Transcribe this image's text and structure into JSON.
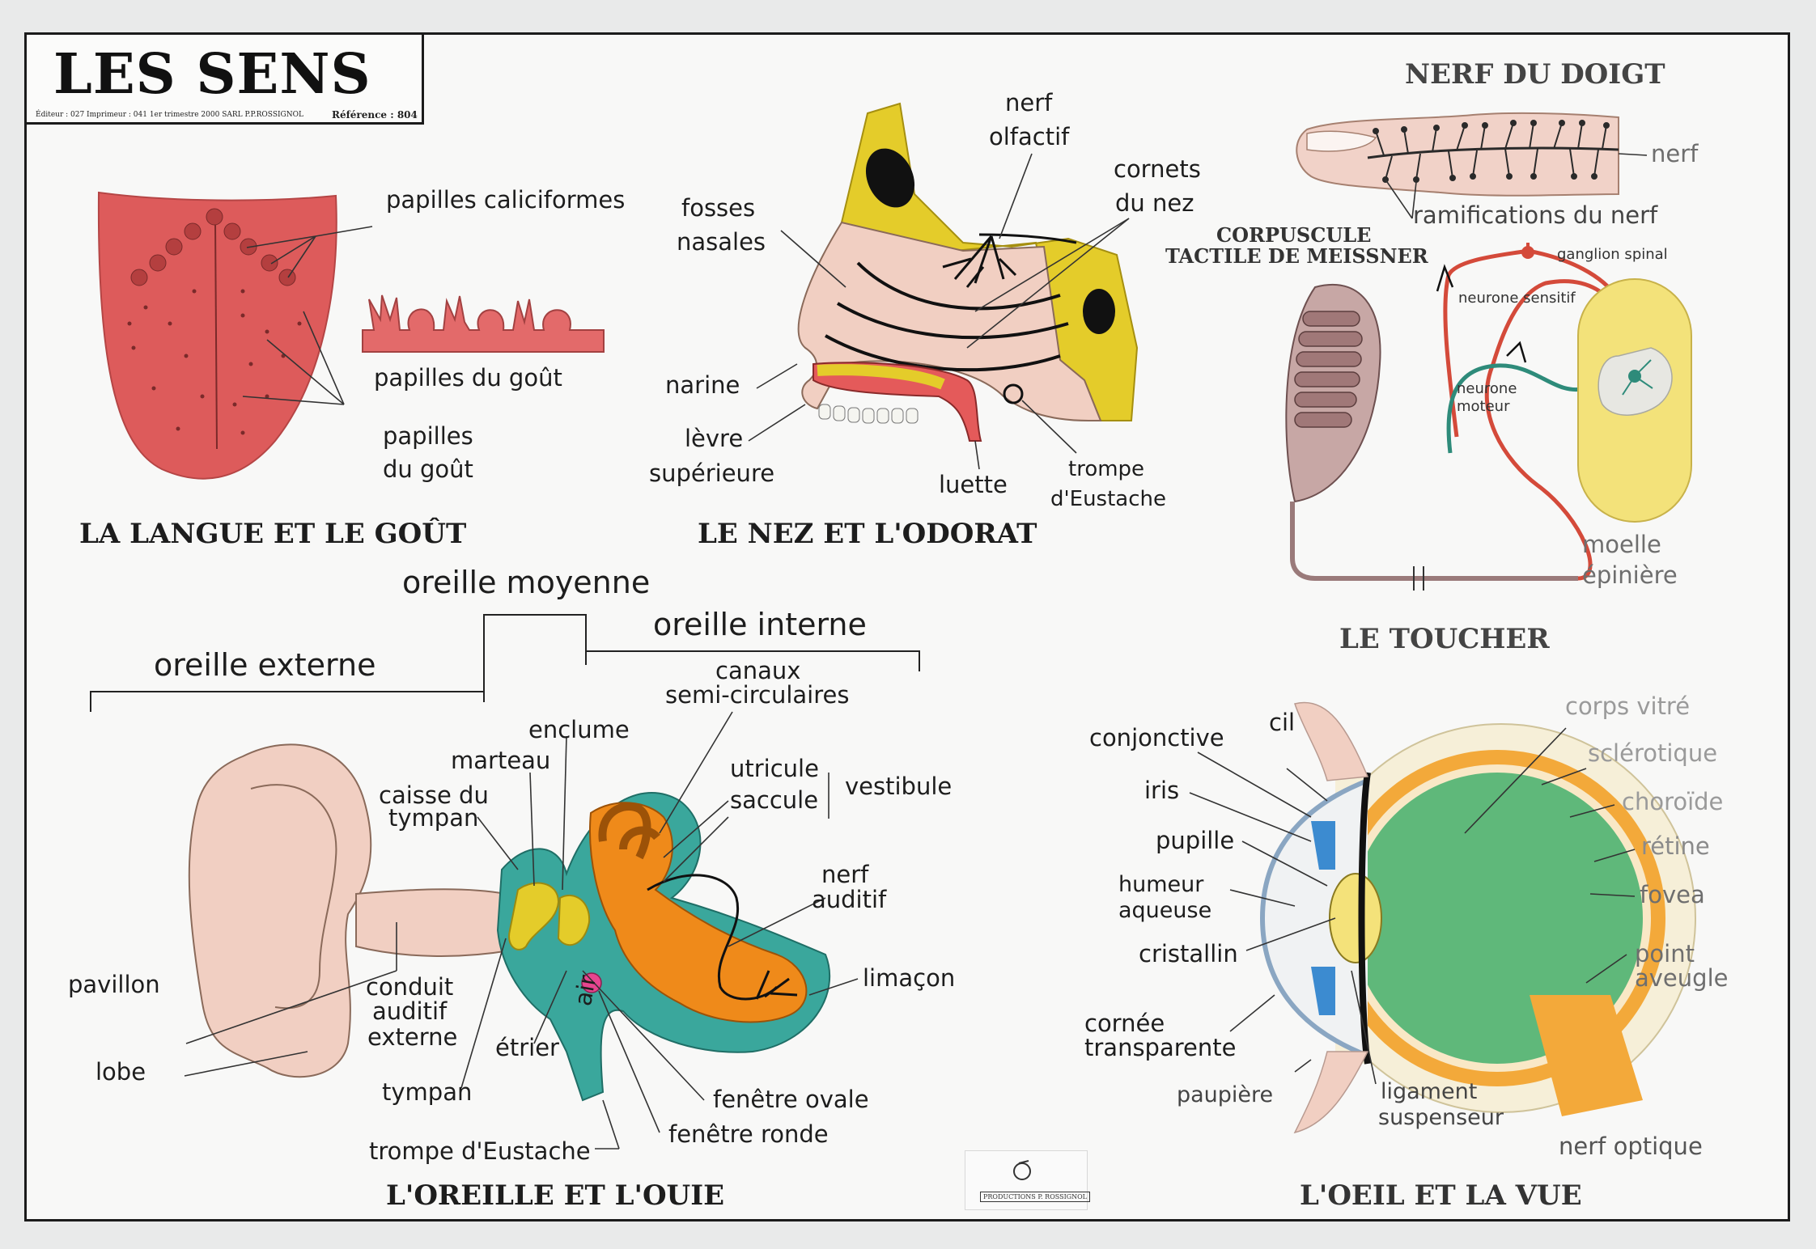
{
  "poster": {
    "title": "LES SENS",
    "editor_line": "Éditeur : 027   Imprimeur : 041   1er trimestre 2000  SARL P.P.ROSSIGNOL",
    "reference": "Référence : 804",
    "logo_text": "PRODUCTIONS  P. ROSSIGNOL"
  },
  "tongue": {
    "section_title": "LA LANGUE ET LE GOÛT",
    "labels": {
      "papilles_caliciformes": "papilles caliciformes",
      "papilles_du_gout_1": "papilles du goût",
      "papilles_line1": "papilles",
      "papilles_line2": "du goût"
    }
  },
  "nose": {
    "section_title": "LE NEZ ET L'ODORAT",
    "labels": {
      "nerf": "nerf",
      "olfactif": "olfactif",
      "cornets": "cornets",
      "du_nez": "du nez",
      "fosses": "fosses",
      "nasales": "nasales",
      "narine": "narine",
      "levre": "lèvre",
      "superieure": "supérieure",
      "luette": "luette",
      "trompe": "trompe",
      "deustache": "d'Eustache"
    }
  },
  "touch": {
    "finger_title": "NERF DU DOIGT",
    "corpuscle_line1": "CORPUSCULE",
    "corpuscle_line2": "TACTILE DE MEISSNER",
    "section_title": "LE TOUCHER",
    "labels": {
      "nerf": "nerf",
      "ramifications": "ramifications du nerf",
      "ganglion_spinal": "ganglion spinal",
      "neurone_sensitif": "neurone sensitif",
      "neurone": "neurone",
      "moteur": "moteur",
      "moelle": "moelle",
      "epiniere": "épinière"
    }
  },
  "ear": {
    "section_title": "L'OREILLE ET L'OUIE",
    "labels": {
      "oreille_moyenne": "oreille moyenne",
      "oreille_interne": "oreille interne",
      "oreille_externe": "oreille externe",
      "canaux": "canaux",
      "semi_circulaires": "semi-circulaires",
      "enclume": "enclume",
      "marteau": "marteau",
      "caisse_du": "caisse du",
      "tympan_1": "tympan",
      "utricule": "utricule",
      "saccule": "saccule",
      "vestibule": "vestibule",
      "nerf": "nerf",
      "auditif": "auditif",
      "limacon": "limaçon",
      "pavillon": "pavillon",
      "conduit": "conduit",
      "auditif2": "auditif",
      "externe": "externe",
      "lobe": "lobe",
      "etrier": "étrier",
      "air": "air",
      "tympan_2": "tympan",
      "fenetre_ovale": "fenêtre ovale",
      "fenetre_ronde": "fenêtre ronde",
      "trompe": "trompe d'Eustache"
    }
  },
  "eye": {
    "section_title": "L'OEIL ET LA VUE",
    "labels": {
      "cil": "cil",
      "conjonctive": "conjonctive",
      "iris": "iris",
      "pupille": "pupille",
      "humeur": "humeur",
      "aqueuse": "aqueuse",
      "cristallin": "cristallin",
      "cornee": "cornée",
      "transparente": "transparente",
      "paupiere": "paupière",
      "ligament": "ligament",
      "suspenseur": "suspenseur",
      "corps_vitre": "corps vitré",
      "sclerotique": "sclérotique",
      "choroide": "choroïde",
      "retine": "rétine",
      "fovea": "fovea",
      "point": "point",
      "aveugle": "aveugle",
      "nerf_optique": "nerf optique"
    }
  },
  "colors": {
    "tongue": "#dd5b5b",
    "nose_bone": "#e4cc2a",
    "skin": "#f1cfc2",
    "ear_teal": "#3aa79c",
    "ear_orange": "#ef8a1a",
    "eye_green": "#5fb87a",
    "spinal_yellow": "#f3e27a"
  }
}
